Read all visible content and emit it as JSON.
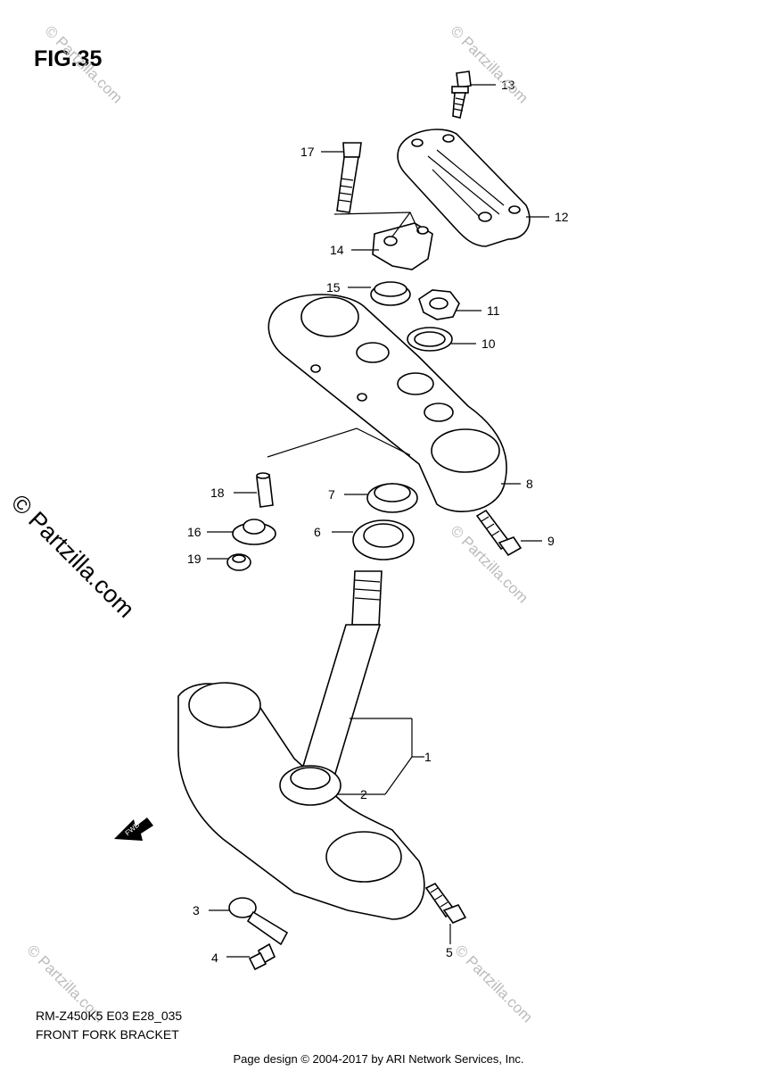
{
  "figure": {
    "title": "FIG.35"
  },
  "callouts": [
    "1",
    "2",
    "3",
    "4",
    "5",
    "6",
    "7",
    "8",
    "9",
    "10",
    "11",
    "12",
    "13",
    "14",
    "15",
    "16",
    "17",
    "18",
    "19"
  ],
  "fwd_label": "FWD",
  "footer": {
    "model_code": "RM-Z450K5 E03 E28_035",
    "caption": "FRONT FORK BRACKET",
    "credit": "Page design © 2004-2017 by ARI Network Services, Inc."
  },
  "watermark": {
    "small": "© Partzilla.com",
    "big": "© Partzilla.com"
  }
}
